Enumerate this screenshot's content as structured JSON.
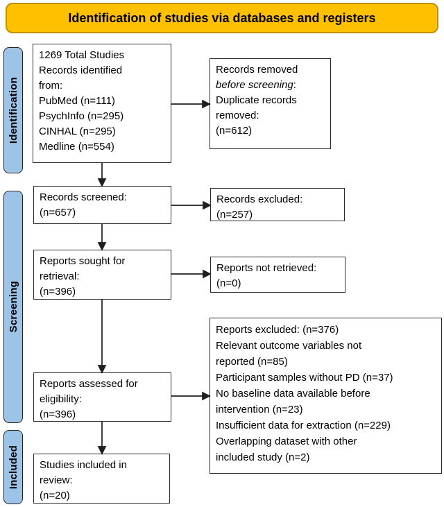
{
  "banner": {
    "title": "Identification of studies via databases and registers"
  },
  "colors": {
    "banner_fill": "#FFC000",
    "banner_border": "#BF9000",
    "stage_fill": "#9DC3E6",
    "box_border": "#2b2b2b"
  },
  "stages": [
    {
      "label": "Identification"
    },
    {
      "label": "Screening"
    },
    {
      "label": "Included"
    }
  ],
  "boxes": {
    "identified": {
      "text": "1269 Total Studies\nRecords identified\nfrom:\nPubMed (n=111)\nPsychInfo (n=295)\nCINHAL (n=295)\nMedline (n=554)"
    },
    "removed": {
      "line1": "Records removed",
      "line2_italic": "before screening",
      "line2_colon": ":",
      "rest": "Duplicate records\nremoved:\n (n=612)"
    },
    "screened": {
      "text": "Records screened:\n(n=657)"
    },
    "records_excluded": {
      "text": "Records excluded:\n(n=257)"
    },
    "sought": {
      "text": "Reports sought for\nretrieval:\n(n=396)"
    },
    "not_retrieved": {
      "text": "Reports not retrieved:\n(n=0)"
    },
    "assessed": {
      "text": "Reports assessed for\neligibility:\n(n=396)"
    },
    "reports_excluded": {
      "text": "Reports excluded: (n=376)\nRelevant outcome variables not\nreported (n=85)\nParticipant samples without PD (n=37)\nNo baseline data available before\nintervention (n=23)\nInsufficient data for extraction (n=229)\nOverlapping dataset with other\nincluded study (n=2)"
    },
    "included": {
      "text": "Studies included in\nreview:\n(n=20)"
    }
  }
}
